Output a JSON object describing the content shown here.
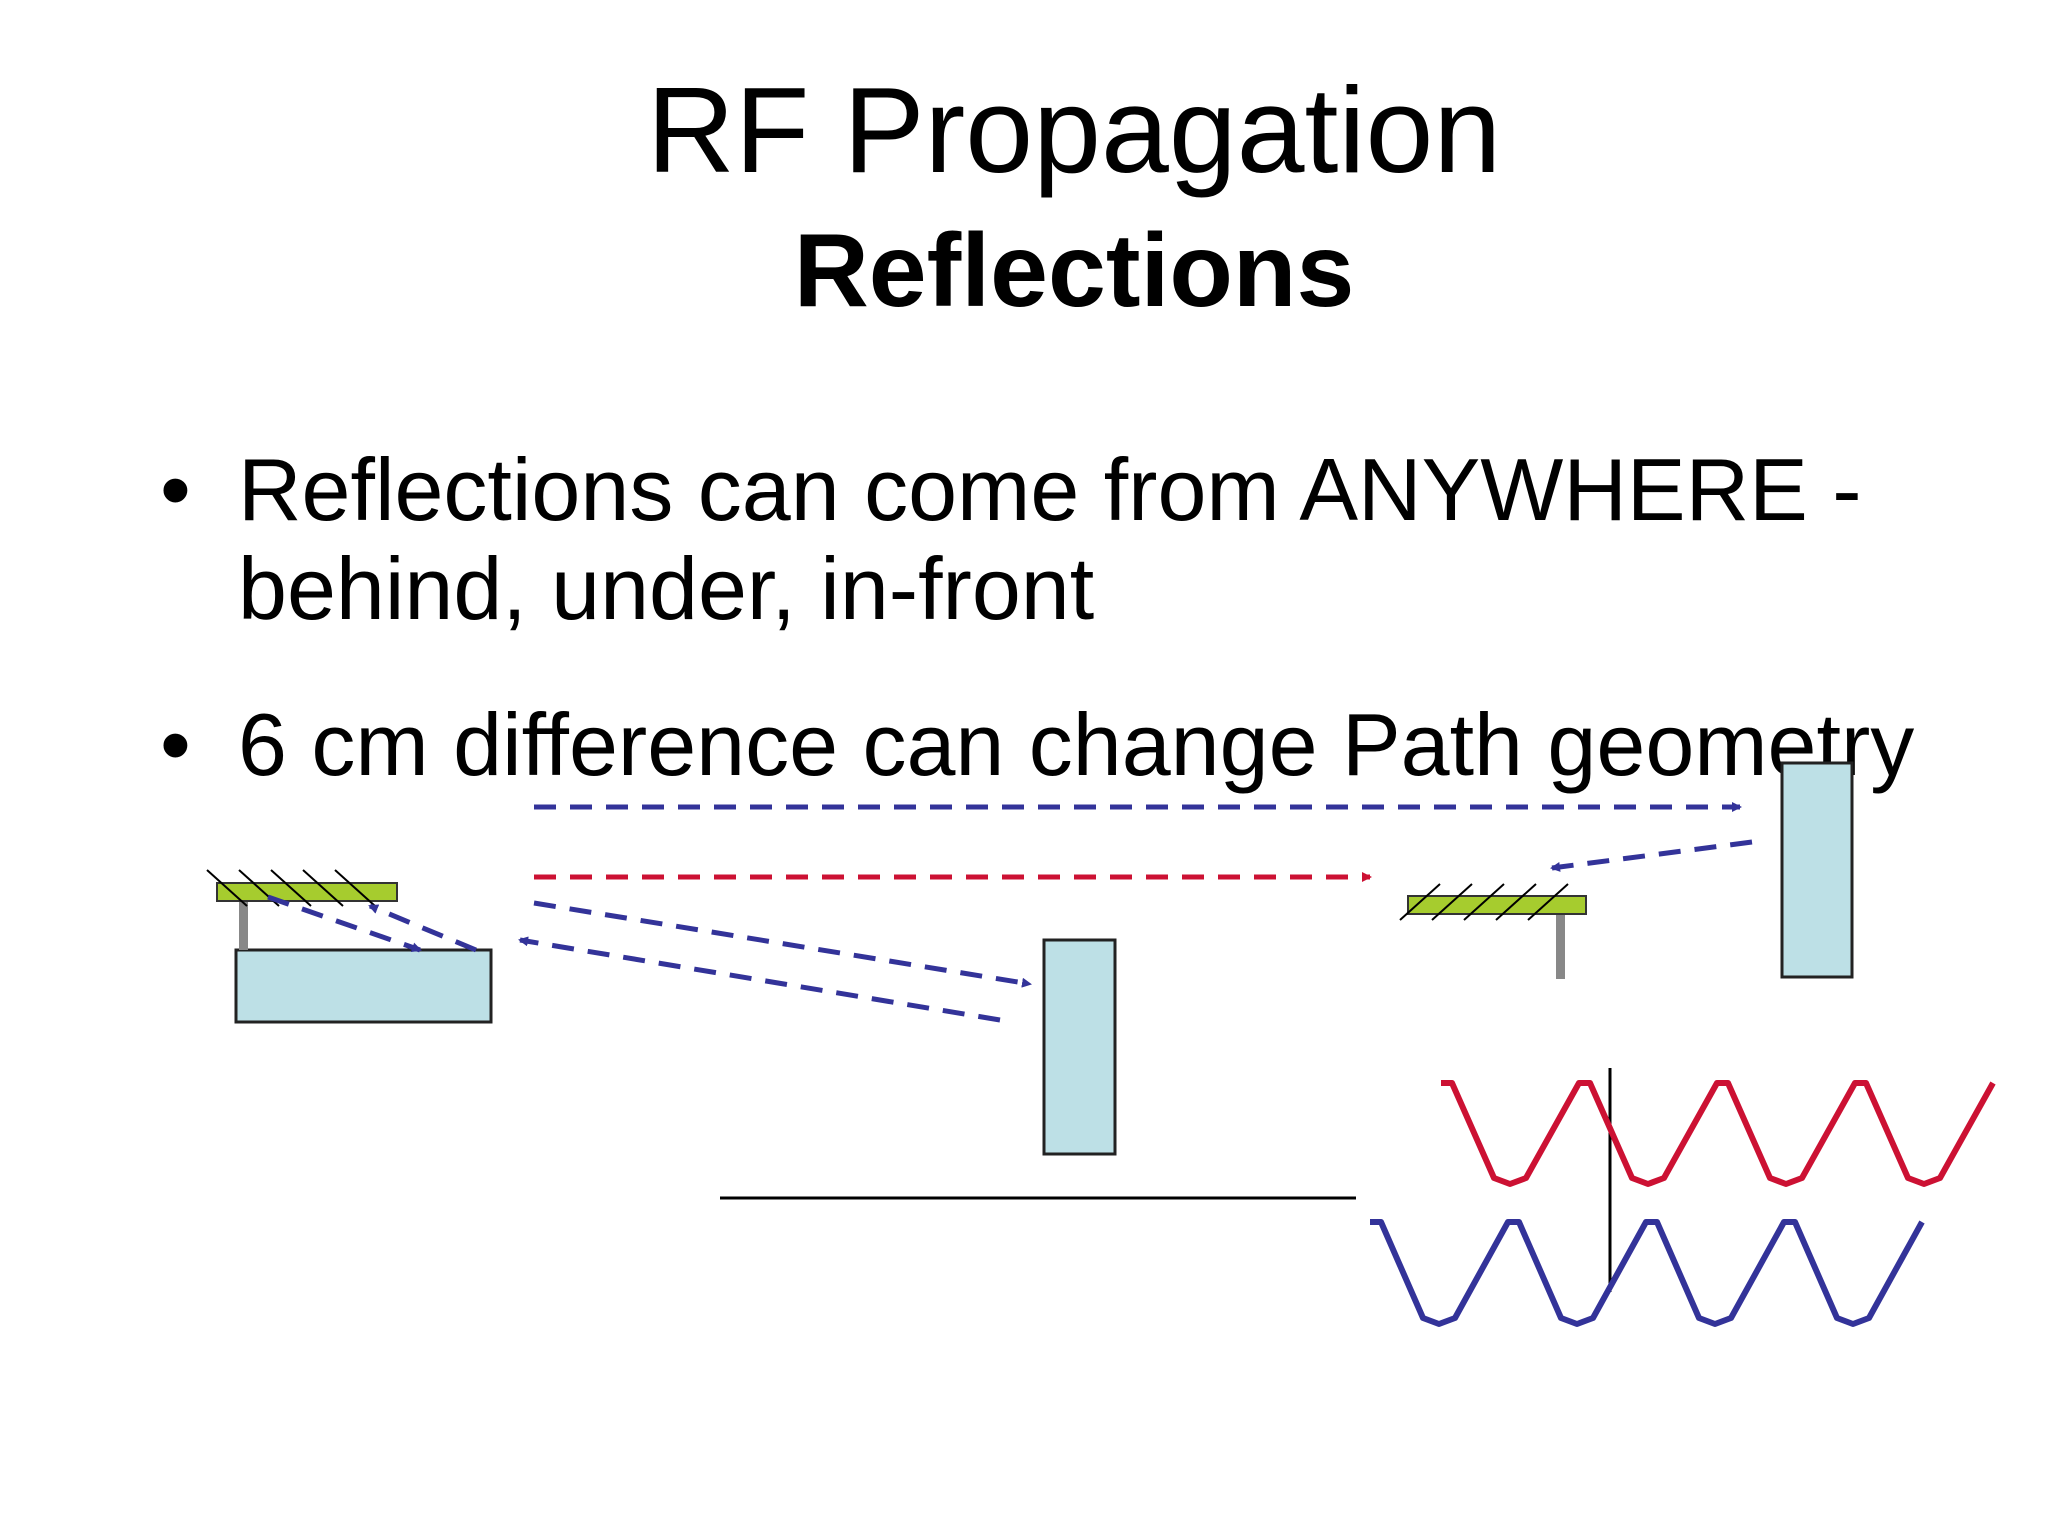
{
  "slide": {
    "title": "RF Propagation",
    "subtitle": "Reflections",
    "bullet_glyph": "•",
    "bullets": [
      "Reflections can come from ANYWHERE - behind, under, in-front",
      "6 cm difference can change Path geometry"
    ]
  },
  "diagram": {
    "colors": {
      "direct_path": "#cc1133",
      "reflected_path": "#333399",
      "obstacle_fill": "#bde0e6",
      "antenna_fill": "#a6cc2e",
      "mast": "#888888"
    },
    "icons": [
      "transmit-antenna-icon",
      "receive-antenna-icon"
    ]
  }
}
